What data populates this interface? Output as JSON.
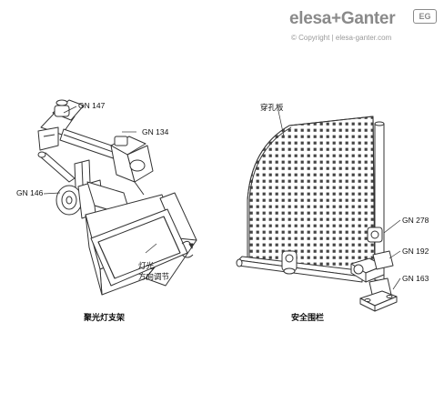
{
  "brand": {
    "name": "elesa+Ganter",
    "badge": "EG",
    "copyright": "© Copyright | elesa-ganter.com"
  },
  "left_diagram": {
    "labels": {
      "gn147": "GN 147",
      "gn134": "GN 134",
      "gn146": "GN 146",
      "adjust_line1": "灯光",
      "adjust_line2": "方向调节"
    },
    "caption": "聚光灯支架"
  },
  "right_diagram": {
    "labels": {
      "panel": "穿孔板",
      "gn278": "GN 278",
      "gn192": "GN 192",
      "gn163": "GN 163"
    },
    "caption": "安全围栏"
  },
  "colors": {
    "line": "#333333",
    "brand_gray": "#8a8a8a"
  }
}
